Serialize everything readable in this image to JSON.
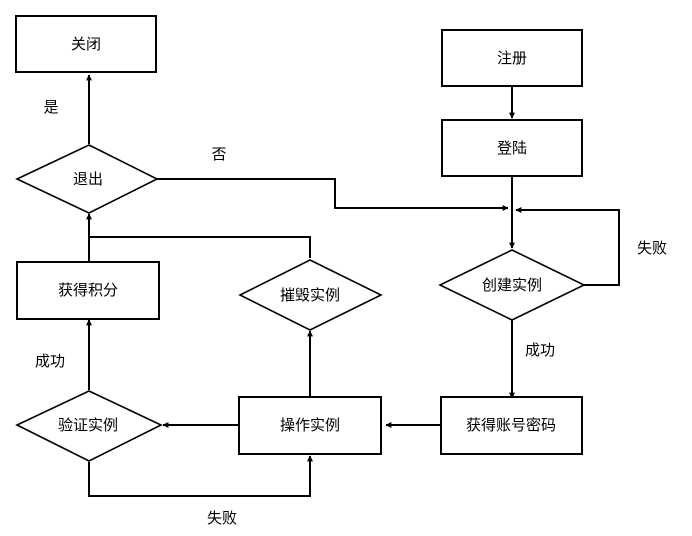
{
  "nodes": {
    "close": "关闭",
    "register": "注册",
    "login": "登陆",
    "exit": "退出",
    "create_instance": "创建实例",
    "get_points": "获得积分",
    "destroy_instance": "摧毁实例",
    "verify_instance": "验证实例",
    "operate_instance": "操作实例",
    "get_credentials": "获得账号密码"
  },
  "edges": {
    "exit_yes": "是",
    "exit_no": "否",
    "create_fail": "失败",
    "create_success": "成功",
    "verify_success": "成功",
    "verify_fail": "失败"
  }
}
